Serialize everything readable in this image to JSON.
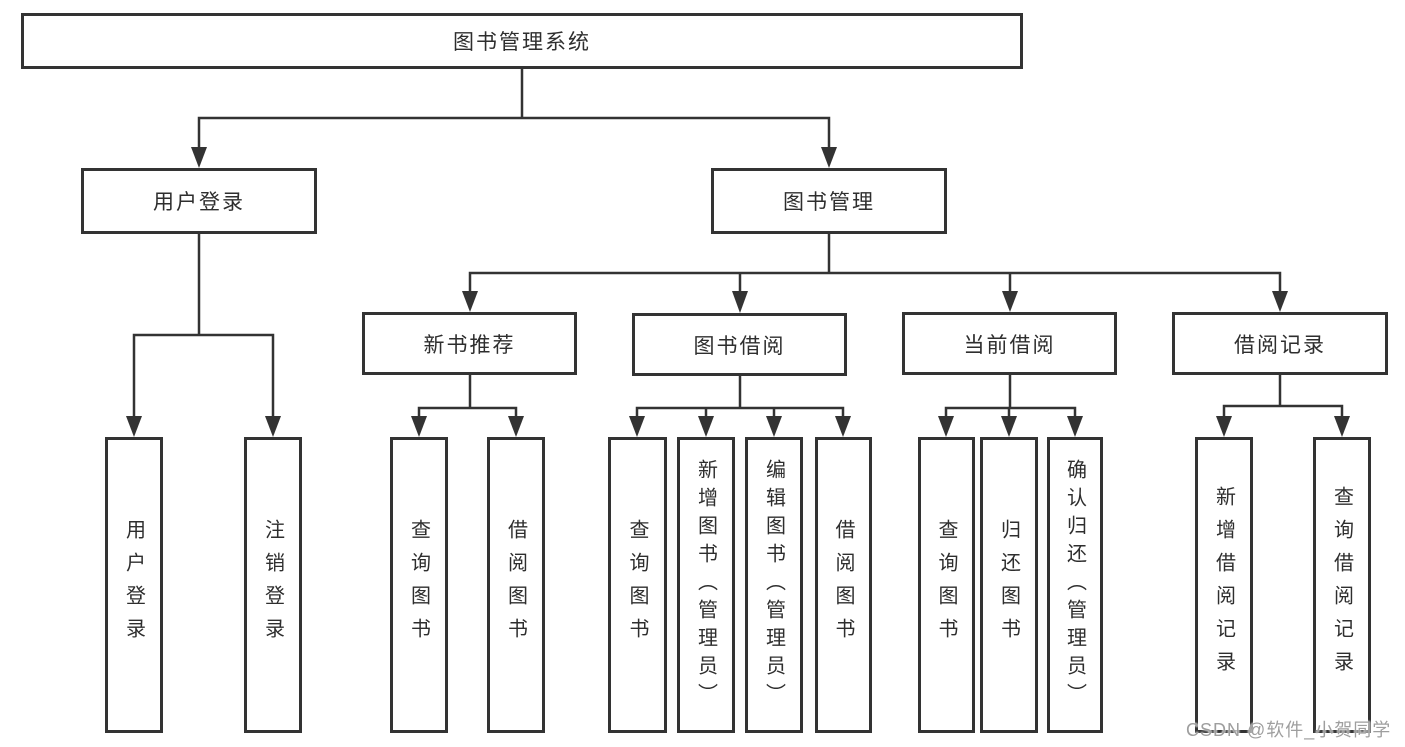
{
  "diagram": {
    "title": "图书管理系统",
    "nodes": {
      "root": {
        "label": "图书管理系统"
      },
      "user-login": {
        "label": "用户登录"
      },
      "book-management": {
        "label": "图书管理"
      },
      "new-book-recommend": {
        "label": "新书推荐"
      },
      "book-borrow": {
        "label": "图书借阅"
      },
      "current-borrow": {
        "label": "当前借阅"
      },
      "borrow-records": {
        "label": "借阅记录"
      },
      "leaf-user-login": {
        "label": "用户登录"
      },
      "leaf-logout": {
        "label": "注销登录"
      },
      "leaf-nb-query-book": {
        "label": "查询图书"
      },
      "leaf-nb-borrow-book": {
        "label": "借阅图书"
      },
      "leaf-bb-query-book": {
        "label": "查询图书"
      },
      "leaf-bb-add-book": {
        "label": "新增图书（管理员）"
      },
      "leaf-bb-edit-book": {
        "label": "编辑图书（管理员）"
      },
      "leaf-bb-borrow-book": {
        "label": "借阅图书"
      },
      "leaf-cb-query-book": {
        "label": "查询图书"
      },
      "leaf-cb-return-book": {
        "label": "归还图书"
      },
      "leaf-cb-confirm-return": {
        "label": "确认归还（管理员）"
      },
      "leaf-br-add-record": {
        "label": "新增借阅记录"
      },
      "leaf-br-query-record": {
        "label": "查询借阅记录"
      }
    },
    "hierarchy": {
      "root": [
        "user-login",
        "book-management"
      ],
      "user-login": [
        "leaf-user-login",
        "leaf-logout"
      ],
      "book-management": [
        "new-book-recommend",
        "book-borrow",
        "current-borrow",
        "borrow-records"
      ],
      "new-book-recommend": [
        "leaf-nb-query-book",
        "leaf-nb-borrow-book"
      ],
      "book-borrow": [
        "leaf-bb-query-book",
        "leaf-bb-add-book",
        "leaf-bb-edit-book",
        "leaf-bb-borrow-book"
      ],
      "current-borrow": [
        "leaf-cb-query-book",
        "leaf-cb-return-book",
        "leaf-cb-confirm-return"
      ],
      "borrow-records": [
        "leaf-br-add-record",
        "leaf-br-query-record"
      ]
    }
  },
  "watermark": {
    "text": "CSDN @软件_小贺同学"
  },
  "colors": {
    "line": "#333333",
    "box_border": "#333333",
    "text": "#2e2e2e",
    "watermark": "#9e9e9e",
    "background": "#ffffff"
  }
}
